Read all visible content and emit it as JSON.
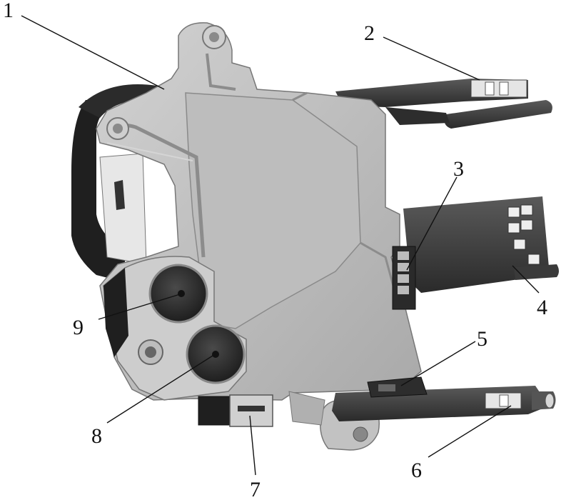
{
  "diagram": {
    "callouts": [
      {
        "id": "1",
        "label": "1"
      },
      {
        "id": "2",
        "label": "2"
      },
      {
        "id": "3",
        "label": "3"
      },
      {
        "id": "4",
        "label": "4"
      },
      {
        "id": "5",
        "label": "5"
      },
      {
        "id": "6",
        "label": "6"
      },
      {
        "id": "7",
        "label": "7"
      },
      {
        "id": "8",
        "label": "8"
      },
      {
        "id": "9",
        "label": "9"
      }
    ],
    "colors": {
      "housing": "#b9b9b9",
      "housing_dark": "#8f8f8f",
      "rail": "#3a3a3a",
      "connector": "#4a4a4a",
      "port": "#2f2f2f",
      "background": "#ffffff"
    }
  }
}
